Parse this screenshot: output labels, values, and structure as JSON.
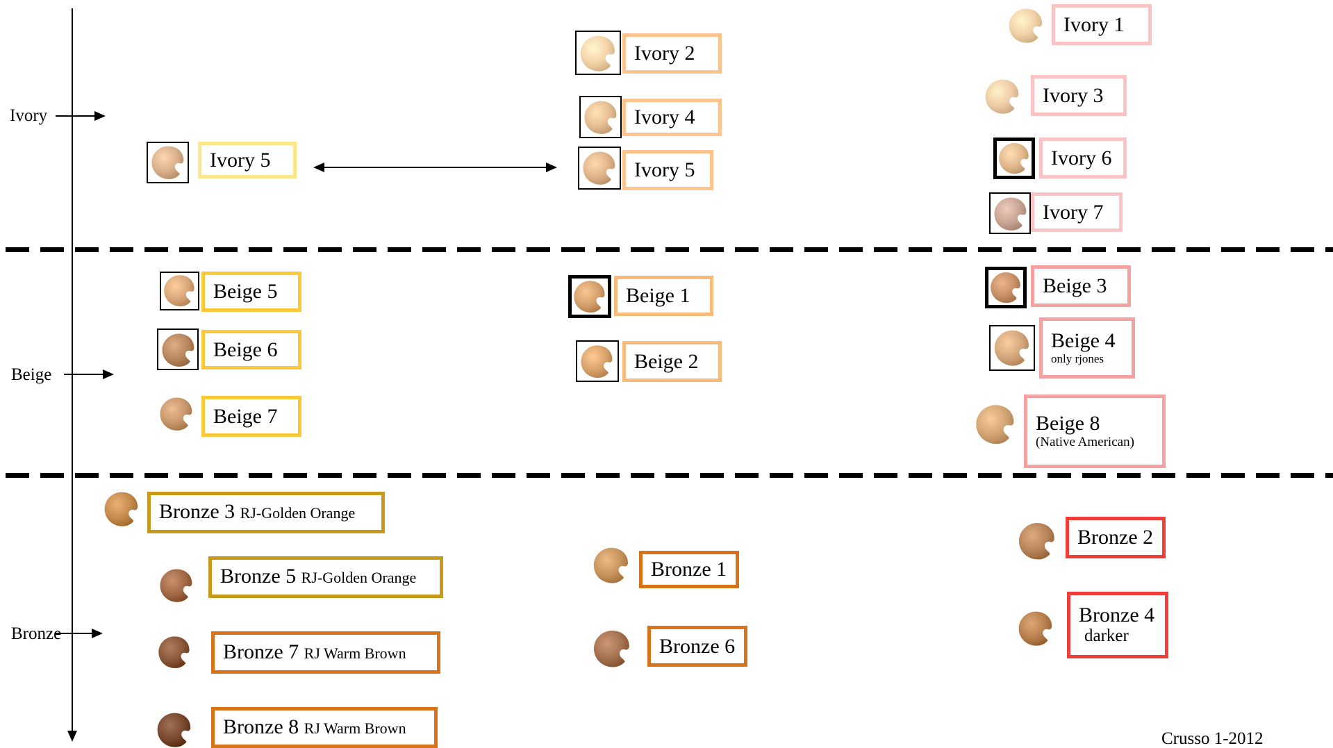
{
  "colors": {
    "ivory_left": "#fde58a",
    "ivory_mid": "#fbc48f",
    "ivory_right": "#fbc3c3",
    "beige_left": "#f9c93a",
    "beige_mid": "#f9bb7c",
    "beige_right": "#f5a1a1",
    "bronze_gold": "#c89a1c",
    "bronze_orange": "#d8731a",
    "bronze_red": "#ef3e3a"
  },
  "rows": {
    "ivory": "Ivory",
    "beige": "Beige",
    "bronze": "Bronze"
  },
  "shades": {
    "ivory5_left": {
      "name": "Ivory 5",
      "swatch_color": "#d9b08a"
    },
    "ivory2": {
      "name": "Ivory 2",
      "swatch_color": "#f4d2a8"
    },
    "ivory4": {
      "name": "Ivory 4",
      "swatch_color": "#e7bd93"
    },
    "ivory5_mid": {
      "name": "Ivory 5",
      "swatch_color": "#e0b48b"
    },
    "ivory1": {
      "name": "Ivory 1",
      "swatch_color": "#f2d0a6"
    },
    "ivory3": {
      "name": "Ivory 3",
      "swatch_color": "#f0cca6"
    },
    "ivory6": {
      "name": "Ivory 6",
      "swatch_color": "#e2b88e"
    },
    "ivory7": {
      "name": "Ivory 7",
      "swatch_color": "#c8a594"
    },
    "beige5": {
      "name": "Beige 5",
      "swatch_color": "#d8a87a"
    },
    "beige6": {
      "name": "Beige 6",
      "swatch_color": "#b8875e"
    },
    "beige7": {
      "name": "Beige 7",
      "swatch_color": "#c8976c"
    },
    "beige1": {
      "name": "Beige 1",
      "swatch_color": "#d4a06c"
    },
    "beige2": {
      "name": "Beige 2",
      "swatch_color": "#d8a46c"
    },
    "beige3": {
      "name": "Beige 3",
      "swatch_color": "#c89068"
    },
    "beige4": {
      "name": "Beige 4",
      "note": "only rjones",
      "swatch_color": "#d4a77c"
    },
    "beige8": {
      "name": "Beige 8",
      "note": "(Native American)",
      "note_close": ")",
      "swatch_color": "#d3a574"
    },
    "bronze3": {
      "name": "Bronze 3",
      "note": "RJ-Golden Orange",
      "swatch_color": "#c48a4e"
    },
    "bronze5": {
      "name": "Bronze 5",
      "note": "RJ-Golden Orange",
      "swatch_color": "#a36a48"
    },
    "bronze7": {
      "name": "Bronze 7",
      "note": "RJ Warm Brown",
      "swatch_color": "#8a5838"
    },
    "bronze8": {
      "name": "Bronze 8",
      "note": "RJ Warm Brown",
      "swatch_color": "#7a4a30"
    },
    "bronze1": {
      "name": "Bronze 1",
      "swatch_color": "#c8945e"
    },
    "bronze6": {
      "name": "Bronze 6",
      "swatch_color": "#a57250"
    },
    "bronze2": {
      "name": "Bronze 2",
      "swatch_color": "#b8845a"
    },
    "bronze4": {
      "name": "Bronze 4",
      "note": "darker",
      "swatch_color": "#b8804e"
    }
  },
  "credit": "Crusso 1-2012"
}
